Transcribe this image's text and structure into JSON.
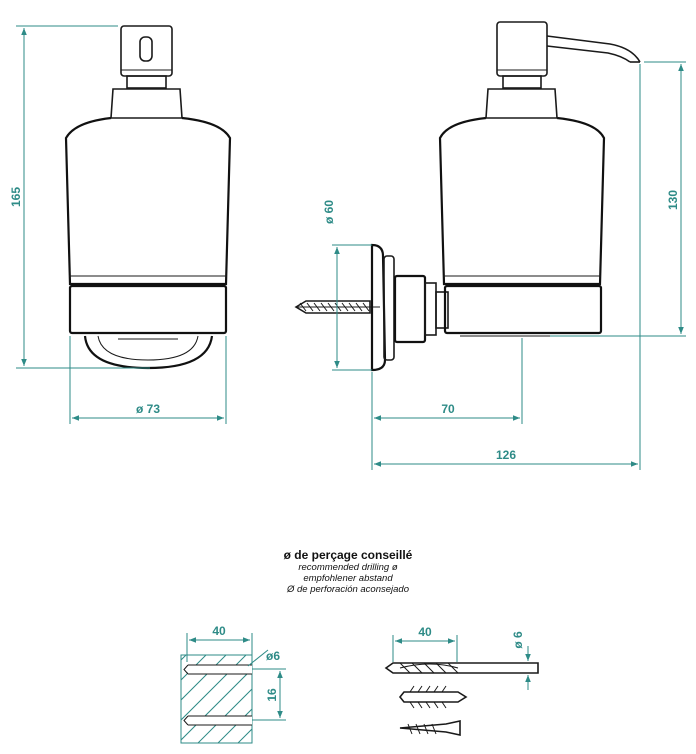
{
  "dimensions": {
    "height_total": "165",
    "base_diameter": "ø 73",
    "flange_diameter": "ø 60",
    "height_side": "130",
    "projection_70": "70",
    "projection_126": "126",
    "drill_depth": "40",
    "drill_diameter": "ø6",
    "hole_spacing": "16",
    "bit_length": "40",
    "bit_diameter": "ø 6"
  },
  "notes": {
    "title": "ø de perçage conseillé",
    "en": "recommended drilling ø",
    "de": "empfohlener abstand",
    "es": "Ø de perforación aconsejado"
  },
  "colors": {
    "dimension": "#2e8b87",
    "outline": "#1a1a1a"
  }
}
